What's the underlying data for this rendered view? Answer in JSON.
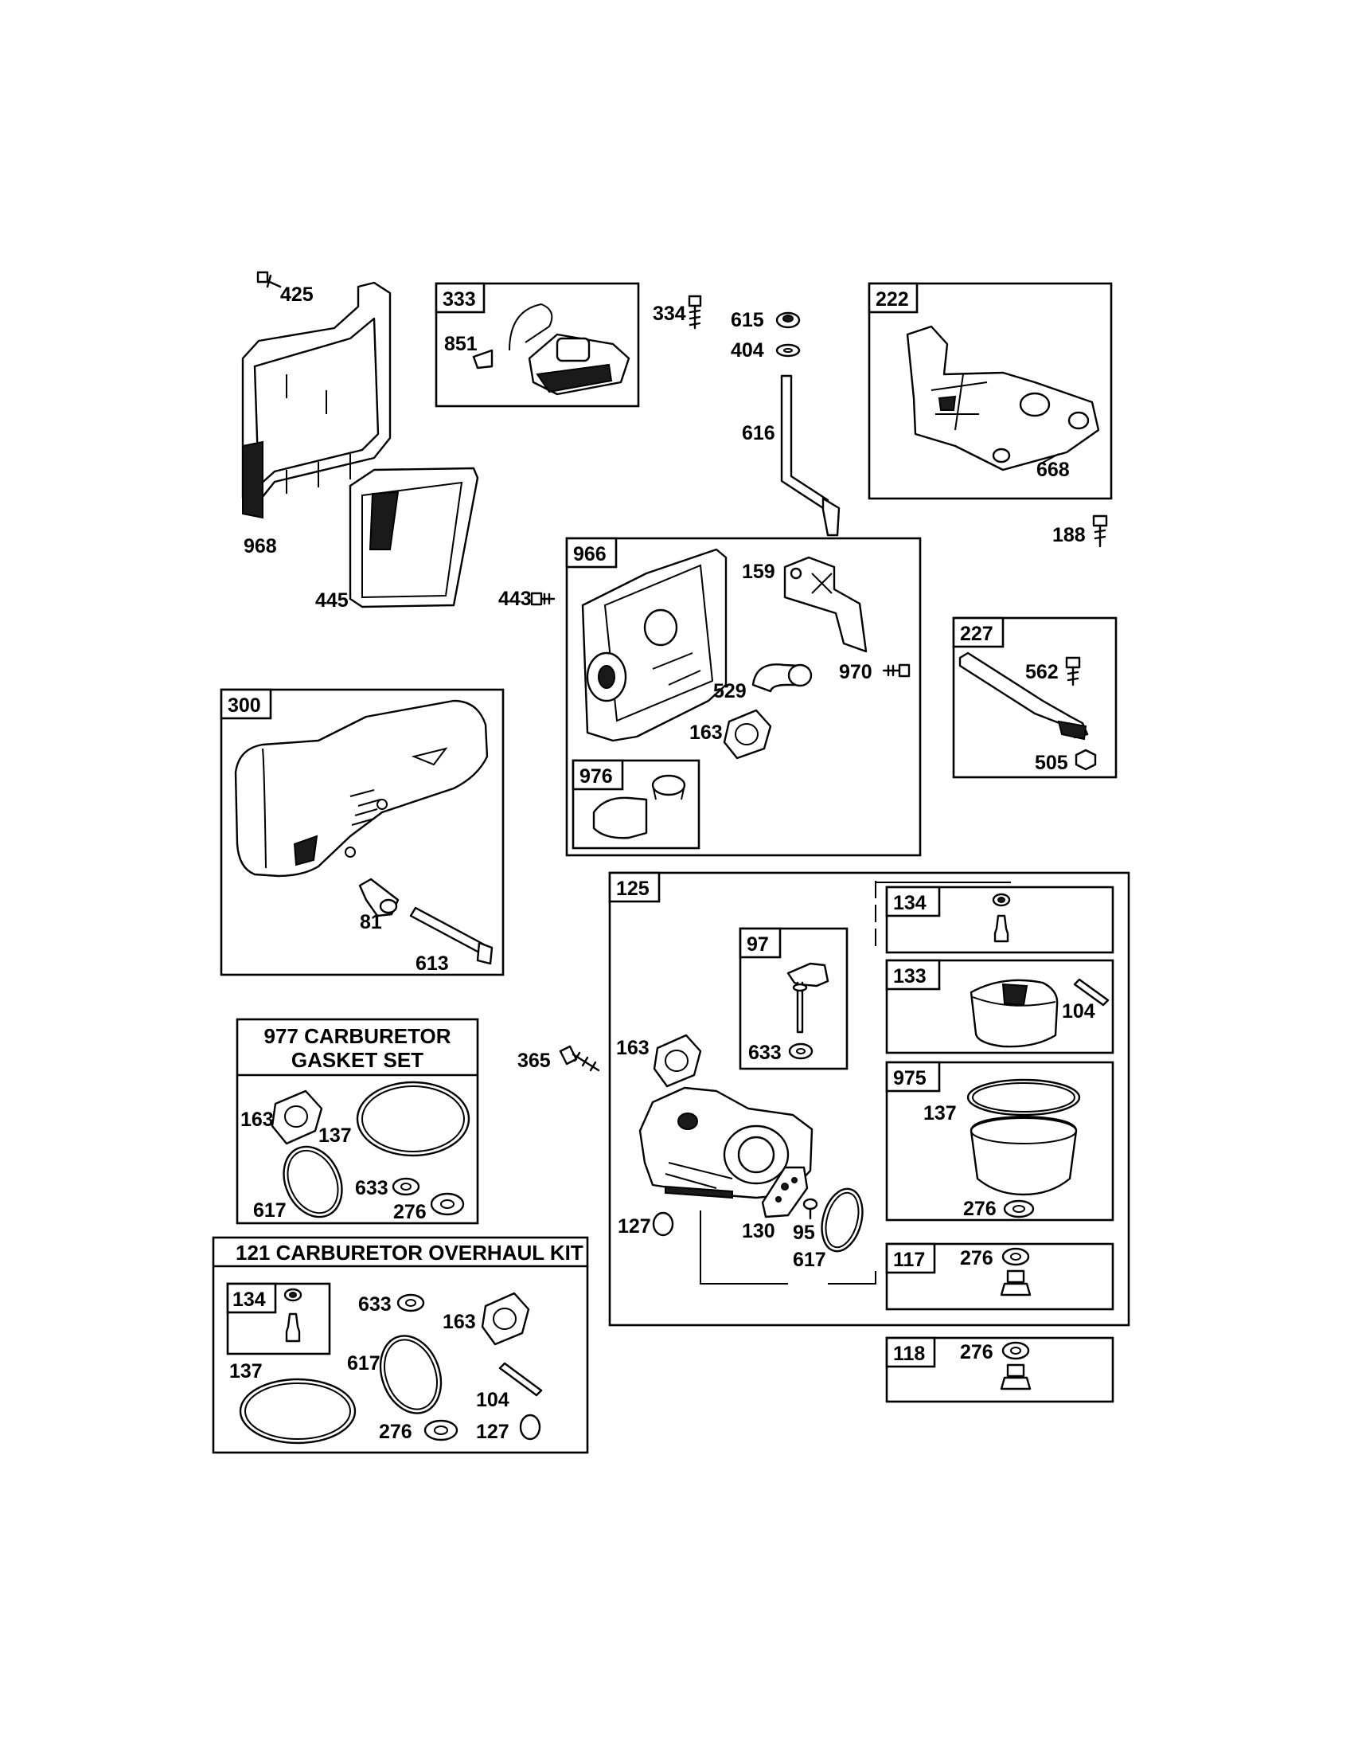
{
  "labels": {
    "l425": "425",
    "l968": "968",
    "l445": "445",
    "l333": "333",
    "l851": "851",
    "l334": "334",
    "l615": "615",
    "l404": "404",
    "l616": "616",
    "l222": "222",
    "l668": "668",
    "l188": "188",
    "l966": "966",
    "l159": "159",
    "l443": "443",
    "l529": "529",
    "l970": "970",
    "l163a": "163",
    "l976": "976",
    "l227": "227",
    "l562": "562",
    "l505": "505",
    "l300": "300",
    "l81": "81",
    "l613": "613",
    "l977": "977 CARBURETOR",
    "l977b": "GASKET SET",
    "g163": "163",
    "g137": "137",
    "g617": "617",
    "g633": "633",
    "g276": "276",
    "l365": "365",
    "l125": "125",
    "l97": "97",
    "l633": "633",
    "l163b": "163",
    "l127": "127",
    "l130": "130",
    "l95": "95",
    "l617": "617",
    "l134": "134",
    "l133": "133",
    "l104": "104",
    "l975": "975",
    "l137": "137",
    "l276a": "276",
    "l117": "117",
    "l276b": "276",
    "l118": "118",
    "l276c": "276",
    "l121": "121 CARBURETOR OVERHAUL KIT",
    "k134": "134",
    "k633": "633",
    "k163": "163",
    "k137": "137",
    "k617": "617",
    "k104": "104",
    "k276": "276",
    "k127": "127"
  }
}
